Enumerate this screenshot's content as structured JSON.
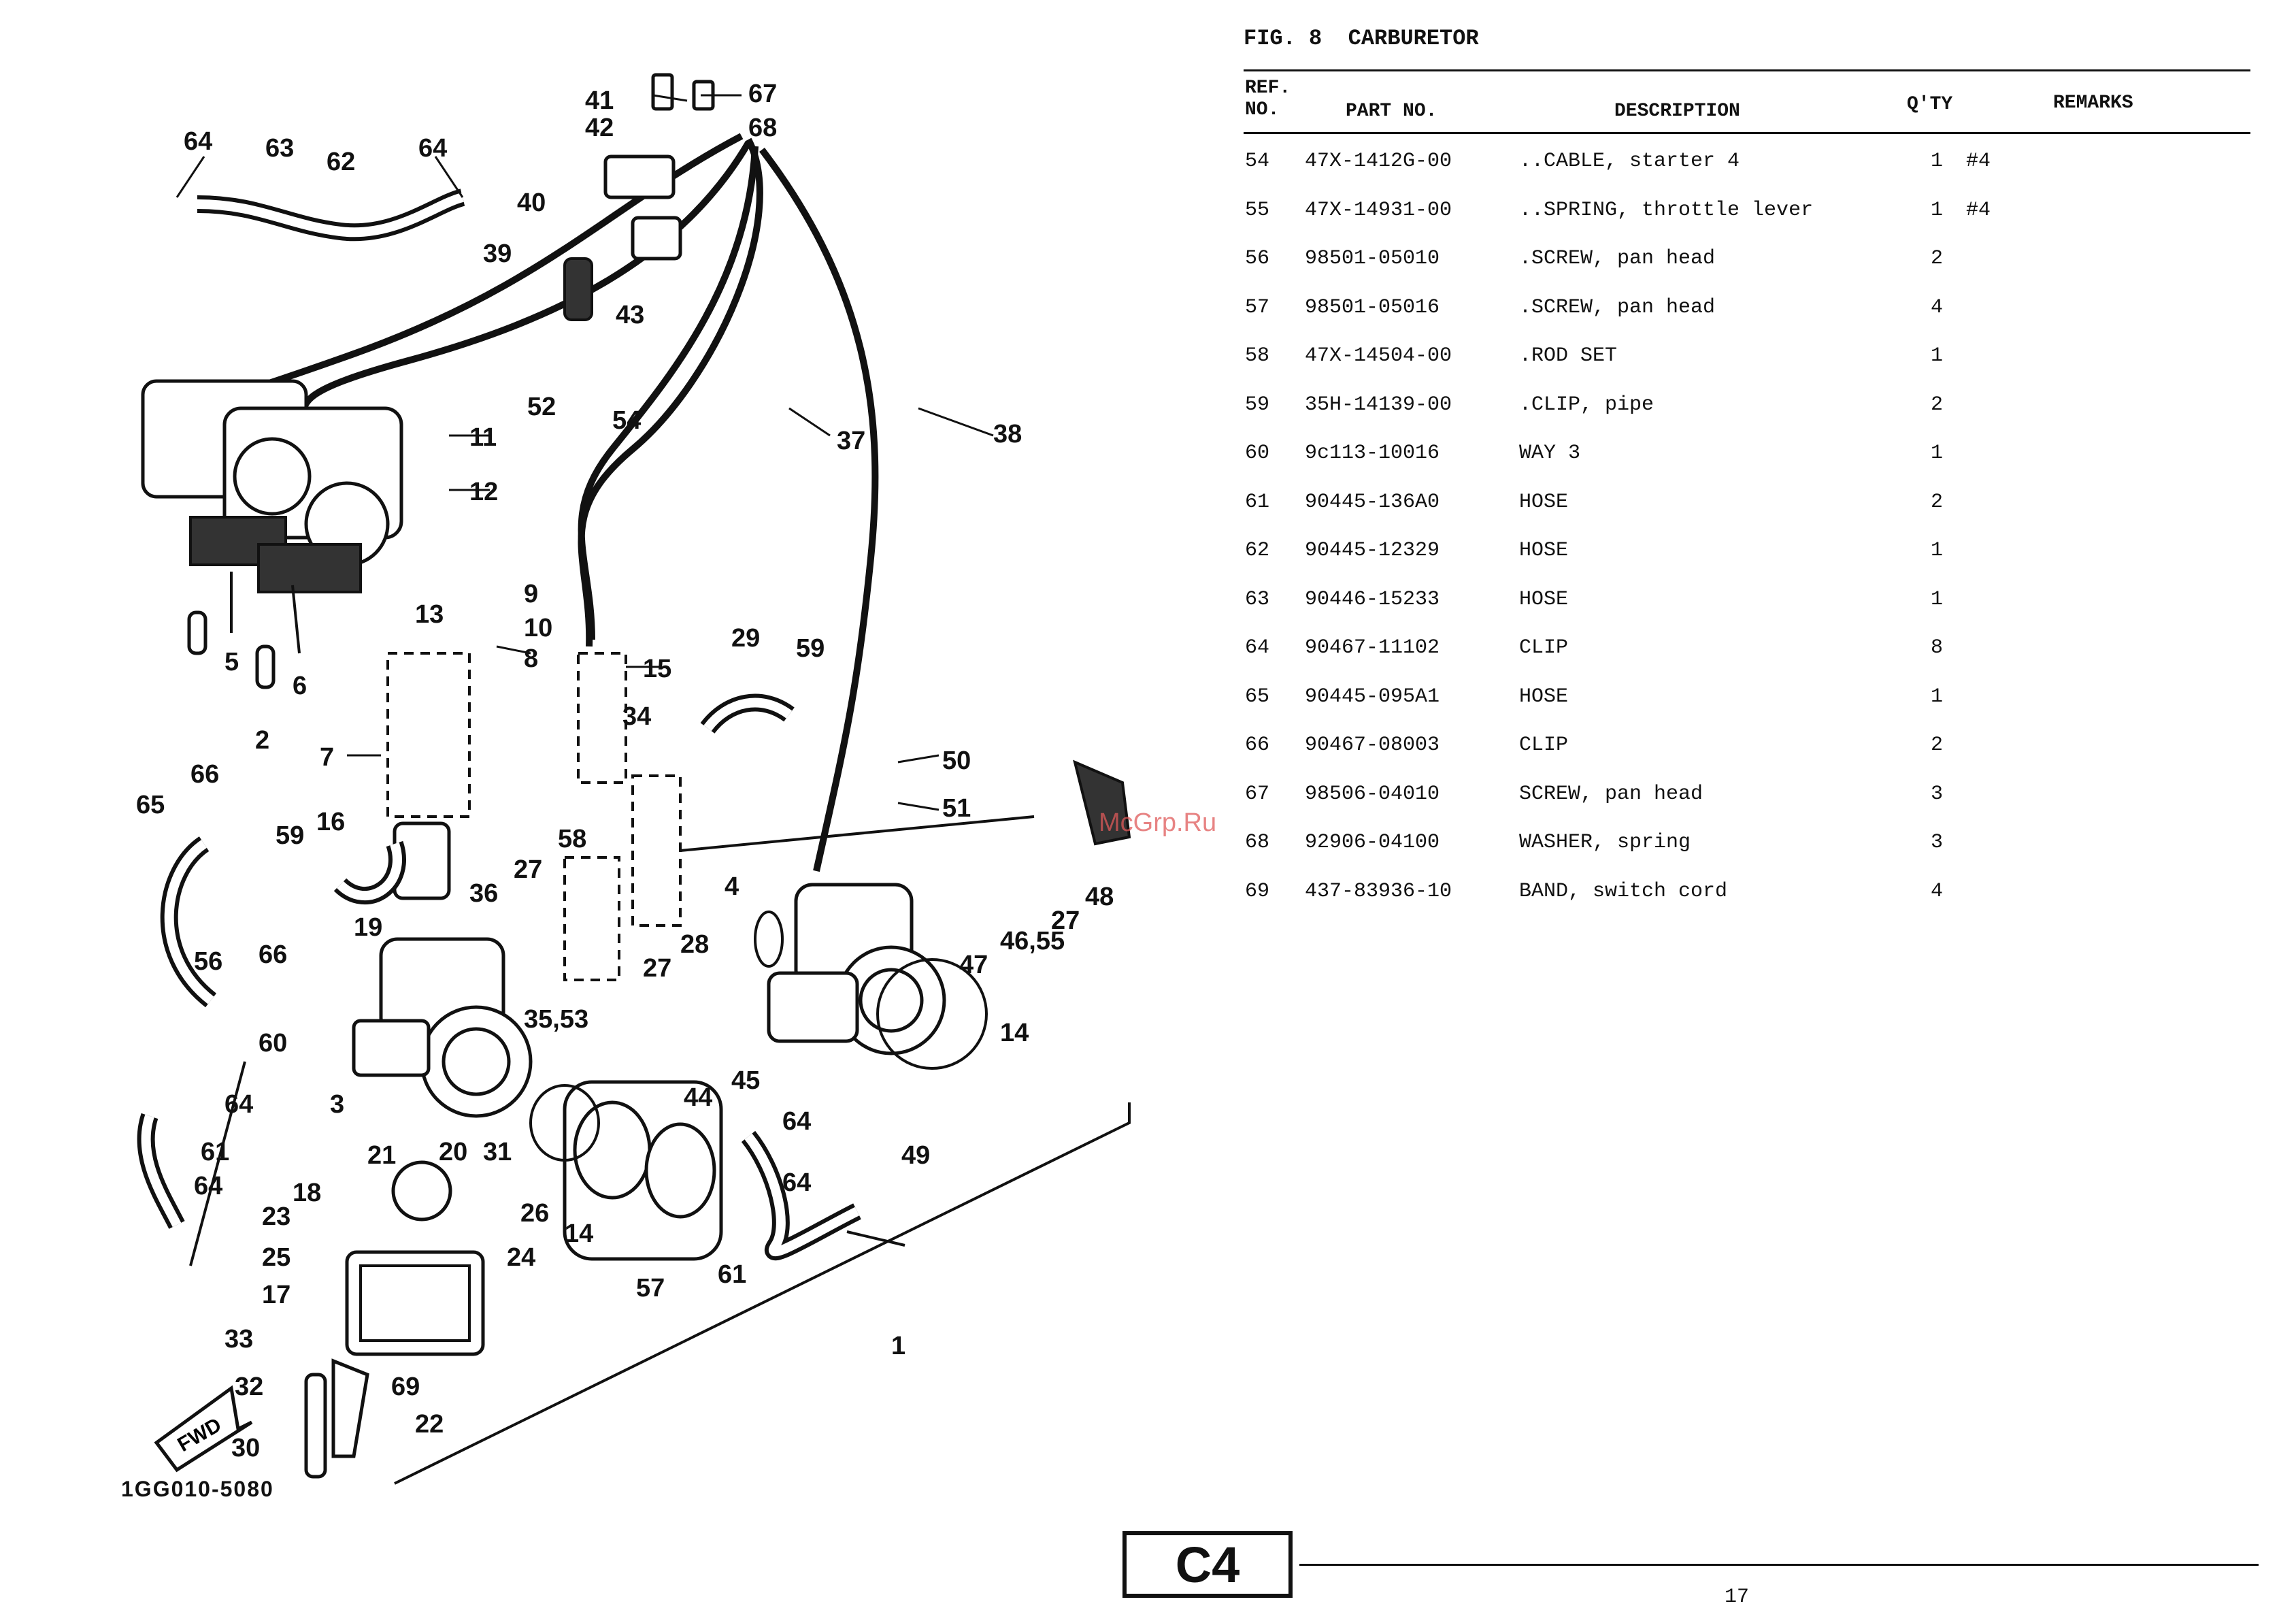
{
  "figure": {
    "label": "FIG.  8",
    "title": "CARBURETOR"
  },
  "table": {
    "headers": {
      "ref_no": "REF.\nNO.",
      "part_no": "PART NO.",
      "description": "DESCRIPTION",
      "qty": "Q'TY",
      "remarks": "REMARKS"
    },
    "rows": [
      {
        "ref": "54",
        "part": "47X-1412G-00",
        "desc": "..CABLE, starter 4",
        "qty": "1",
        "remarks": "#4"
      },
      {
        "ref": "55",
        "part": "47X-14931-00",
        "desc": "..SPRING, throttle lever",
        "qty": "1",
        "remarks": "#4"
      },
      {
        "ref": "56",
        "part": "98501-05010",
        "desc": ".SCREW, pan head",
        "qty": "2",
        "remarks": ""
      },
      {
        "ref": "57",
        "part": "98501-05016",
        "desc": ".SCREW, pan head",
        "qty": "4",
        "remarks": ""
      },
      {
        "ref": "58",
        "part": "47X-14504-00",
        "desc": ".ROD SET",
        "qty": "1",
        "remarks": ""
      },
      {
        "ref": "59",
        "part": "35H-14139-00",
        "desc": ".CLIP, pipe",
        "qty": "2",
        "remarks": ""
      },
      {
        "ref": "60",
        "part": "9c113-10016",
        "desc": "WAY 3",
        "qty": "1",
        "remarks": ""
      },
      {
        "ref": "61",
        "part": "90445-136A0",
        "desc": "HOSE",
        "qty": "2",
        "remarks": ""
      },
      {
        "ref": "62",
        "part": "90445-12329",
        "desc": "HOSE",
        "qty": "1",
        "remarks": ""
      },
      {
        "ref": "63",
        "part": "90446-15233",
        "desc": "HOSE",
        "qty": "1",
        "remarks": ""
      },
      {
        "ref": "64",
        "part": "90467-11102",
        "desc": "CLIP",
        "qty": "8",
        "remarks": ""
      },
      {
        "ref": "65",
        "part": "90445-095A1",
        "desc": "HOSE",
        "qty": "1",
        "remarks": ""
      },
      {
        "ref": "66",
        "part": "90467-08003",
        "desc": "CLIP",
        "qty": "2",
        "remarks": ""
      },
      {
        "ref": "67",
        "part": "98506-04010",
        "desc": "SCREW, pan head",
        "qty": "3",
        "remarks": ""
      },
      {
        "ref": "68",
        "part": "92906-04100",
        "desc": "WASHER, spring",
        "qty": "3",
        "remarks": ""
      },
      {
        "ref": "69",
        "part": "437-83936-10",
        "desc": "BAND, switch cord",
        "qty": "4",
        "remarks": ""
      }
    ]
  },
  "diagram": {
    "code": "1GG010-5080",
    "fwd_label": "FWD",
    "callouts": [
      {
        "id": "c64a",
        "text": "64"
      },
      {
        "id": "c63",
        "text": "63"
      },
      {
        "id": "c62",
        "text": "62"
      },
      {
        "id": "c64b",
        "text": "64"
      },
      {
        "id": "c41",
        "text": "41"
      },
      {
        "id": "c67",
        "text": "67"
      },
      {
        "id": "c42",
        "text": "42"
      },
      {
        "id": "c68",
        "text": "68"
      },
      {
        "id": "c40",
        "text": "40"
      },
      {
        "id": "c39",
        "text": "39"
      },
      {
        "id": "c43",
        "text": "43"
      },
      {
        "id": "c52",
        "text": "52"
      },
      {
        "id": "c54",
        "text": "54"
      },
      {
        "id": "c37",
        "text": "37"
      },
      {
        "id": "c38",
        "text": "38"
      },
      {
        "id": "c11",
        "text": "11"
      },
      {
        "id": "c12",
        "text": "12"
      },
      {
        "id": "c13",
        "text": "13"
      },
      {
        "id": "c9",
        "text": "9"
      },
      {
        "id": "c10",
        "text": "10"
      },
      {
        "id": "c8",
        "text": "8"
      },
      {
        "id": "c5",
        "text": "5"
      },
      {
        "id": "c6",
        "text": "6"
      },
      {
        "id": "c2",
        "text": "2"
      },
      {
        "id": "c7",
        "text": "7"
      },
      {
        "id": "c15",
        "text": "15"
      },
      {
        "id": "c29",
        "text": "29"
      },
      {
        "id": "c59a",
        "text": "59"
      },
      {
        "id": "c34",
        "text": "34"
      },
      {
        "id": "c50",
        "text": "50"
      },
      {
        "id": "c51",
        "text": "51"
      },
      {
        "id": "c66a",
        "text": "66"
      },
      {
        "id": "c65",
        "text": "65"
      },
      {
        "id": "c59b",
        "text": "59"
      },
      {
        "id": "c16",
        "text": "16"
      },
      {
        "id": "c58",
        "text": "58"
      },
      {
        "id": "c27a",
        "text": "27"
      },
      {
        "id": "c4",
        "text": "4"
      },
      {
        "id": "c36",
        "text": "36"
      },
      {
        "id": "c19",
        "text": "19"
      },
      {
        "id": "c56",
        "text": "56"
      },
      {
        "id": "c66b",
        "text": "66"
      },
      {
        "id": "c28",
        "text": "28"
      },
      {
        "id": "c27b",
        "text": "27"
      },
      {
        "id": "c47",
        "text": "47"
      },
      {
        "id": "c4655",
        "text": "46,55"
      },
      {
        "id": "c27c",
        "text": "27"
      },
      {
        "id": "c48",
        "text": "48"
      },
      {
        "id": "c3553",
        "text": "35,53"
      },
      {
        "id": "c14a",
        "text": "14"
      },
      {
        "id": "c60",
        "text": "60"
      },
      {
        "id": "c45",
        "text": "45"
      },
      {
        "id": "c44",
        "text": "44"
      },
      {
        "id": "c3",
        "text": "3"
      },
      {
        "id": "c64c",
        "text": "64"
      },
      {
        "id": "c64d",
        "text": "64"
      },
      {
        "id": "c49",
        "text": "49"
      },
      {
        "id": "c61a",
        "text": "61"
      },
      {
        "id": "c21",
        "text": "21"
      },
      {
        "id": "c20",
        "text": "20"
      },
      {
        "id": "c31",
        "text": "31"
      },
      {
        "id": "c18",
        "text": "18"
      },
      {
        "id": "c64e",
        "text": "64"
      },
      {
        "id": "c64f",
        "text": "64"
      },
      {
        "id": "c26",
        "text": "26"
      },
      {
        "id": "c14b",
        "text": "14"
      },
      {
        "id": "c23",
        "text": "23"
      },
      {
        "id": "c24",
        "text": "24"
      },
      {
        "id": "c25",
        "text": "25"
      },
      {
        "id": "c57",
        "text": "57"
      },
      {
        "id": "c61b",
        "text": "61"
      },
      {
        "id": "c17",
        "text": "17"
      },
      {
        "id": "c1",
        "text": "1"
      },
      {
        "id": "c33",
        "text": "33"
      },
      {
        "id": "c32",
        "text": "32"
      },
      {
        "id": "c69",
        "text": "69"
      },
      {
        "id": "c22",
        "text": "22"
      },
      {
        "id": "c30",
        "text": "30"
      }
    ]
  },
  "footer": {
    "section_code": "C4",
    "page_number": "17"
  },
  "watermark": "McGrp.Ru"
}
